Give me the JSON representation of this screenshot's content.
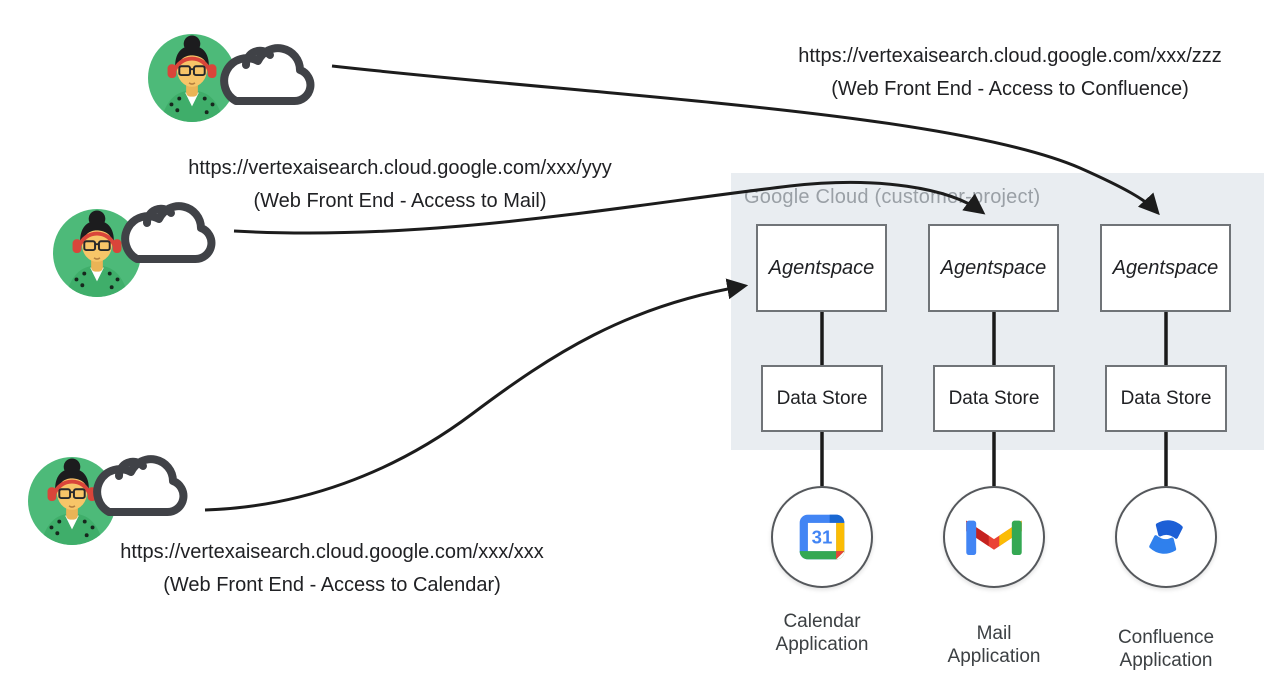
{
  "diagram": {
    "cloud_container_label": "Google Cloud (customer-project)",
    "users": [
      {
        "url": "https://vertexaisearch.cloud.google.com/xxx/zzz",
        "caption": "(Web Front End - Access to Confluence)"
      },
      {
        "url": "https://vertexaisearch.cloud.google.com/xxx/yyy",
        "caption": "(Web Front End - Access to Mail)"
      },
      {
        "url": "https://vertexaisearch.cloud.google.com/xxx/xxx",
        "caption": "(Web Front End - Access to Calendar)"
      }
    ],
    "columns": [
      {
        "agent": "Agentspace",
        "store": "Data Store",
        "app_label": "Calendar\nApplication",
        "icon": "google-calendar-icon"
      },
      {
        "agent": "Agentspace",
        "store": "Data Store",
        "app_label": "Mail\nApplication",
        "icon": "gmail-icon"
      },
      {
        "agent": "Agentspace",
        "store": "Data Store",
        "app_label": "Confluence\nApplication",
        "icon": "confluence-icon"
      }
    ],
    "colors": {
      "container_bg": "#e9edf1",
      "container_label": "#9aa0a6",
      "box_border": "#707478",
      "arrow": "#1c1c1c",
      "cloud_icon": "#404247",
      "avatar_bg": "#4dba79",
      "google_blue": "#4285f4",
      "google_red": "#ea4335",
      "google_yellow": "#fbbc04",
      "google_green": "#34a853",
      "confluence_blue": "#2f80ed"
    }
  }
}
